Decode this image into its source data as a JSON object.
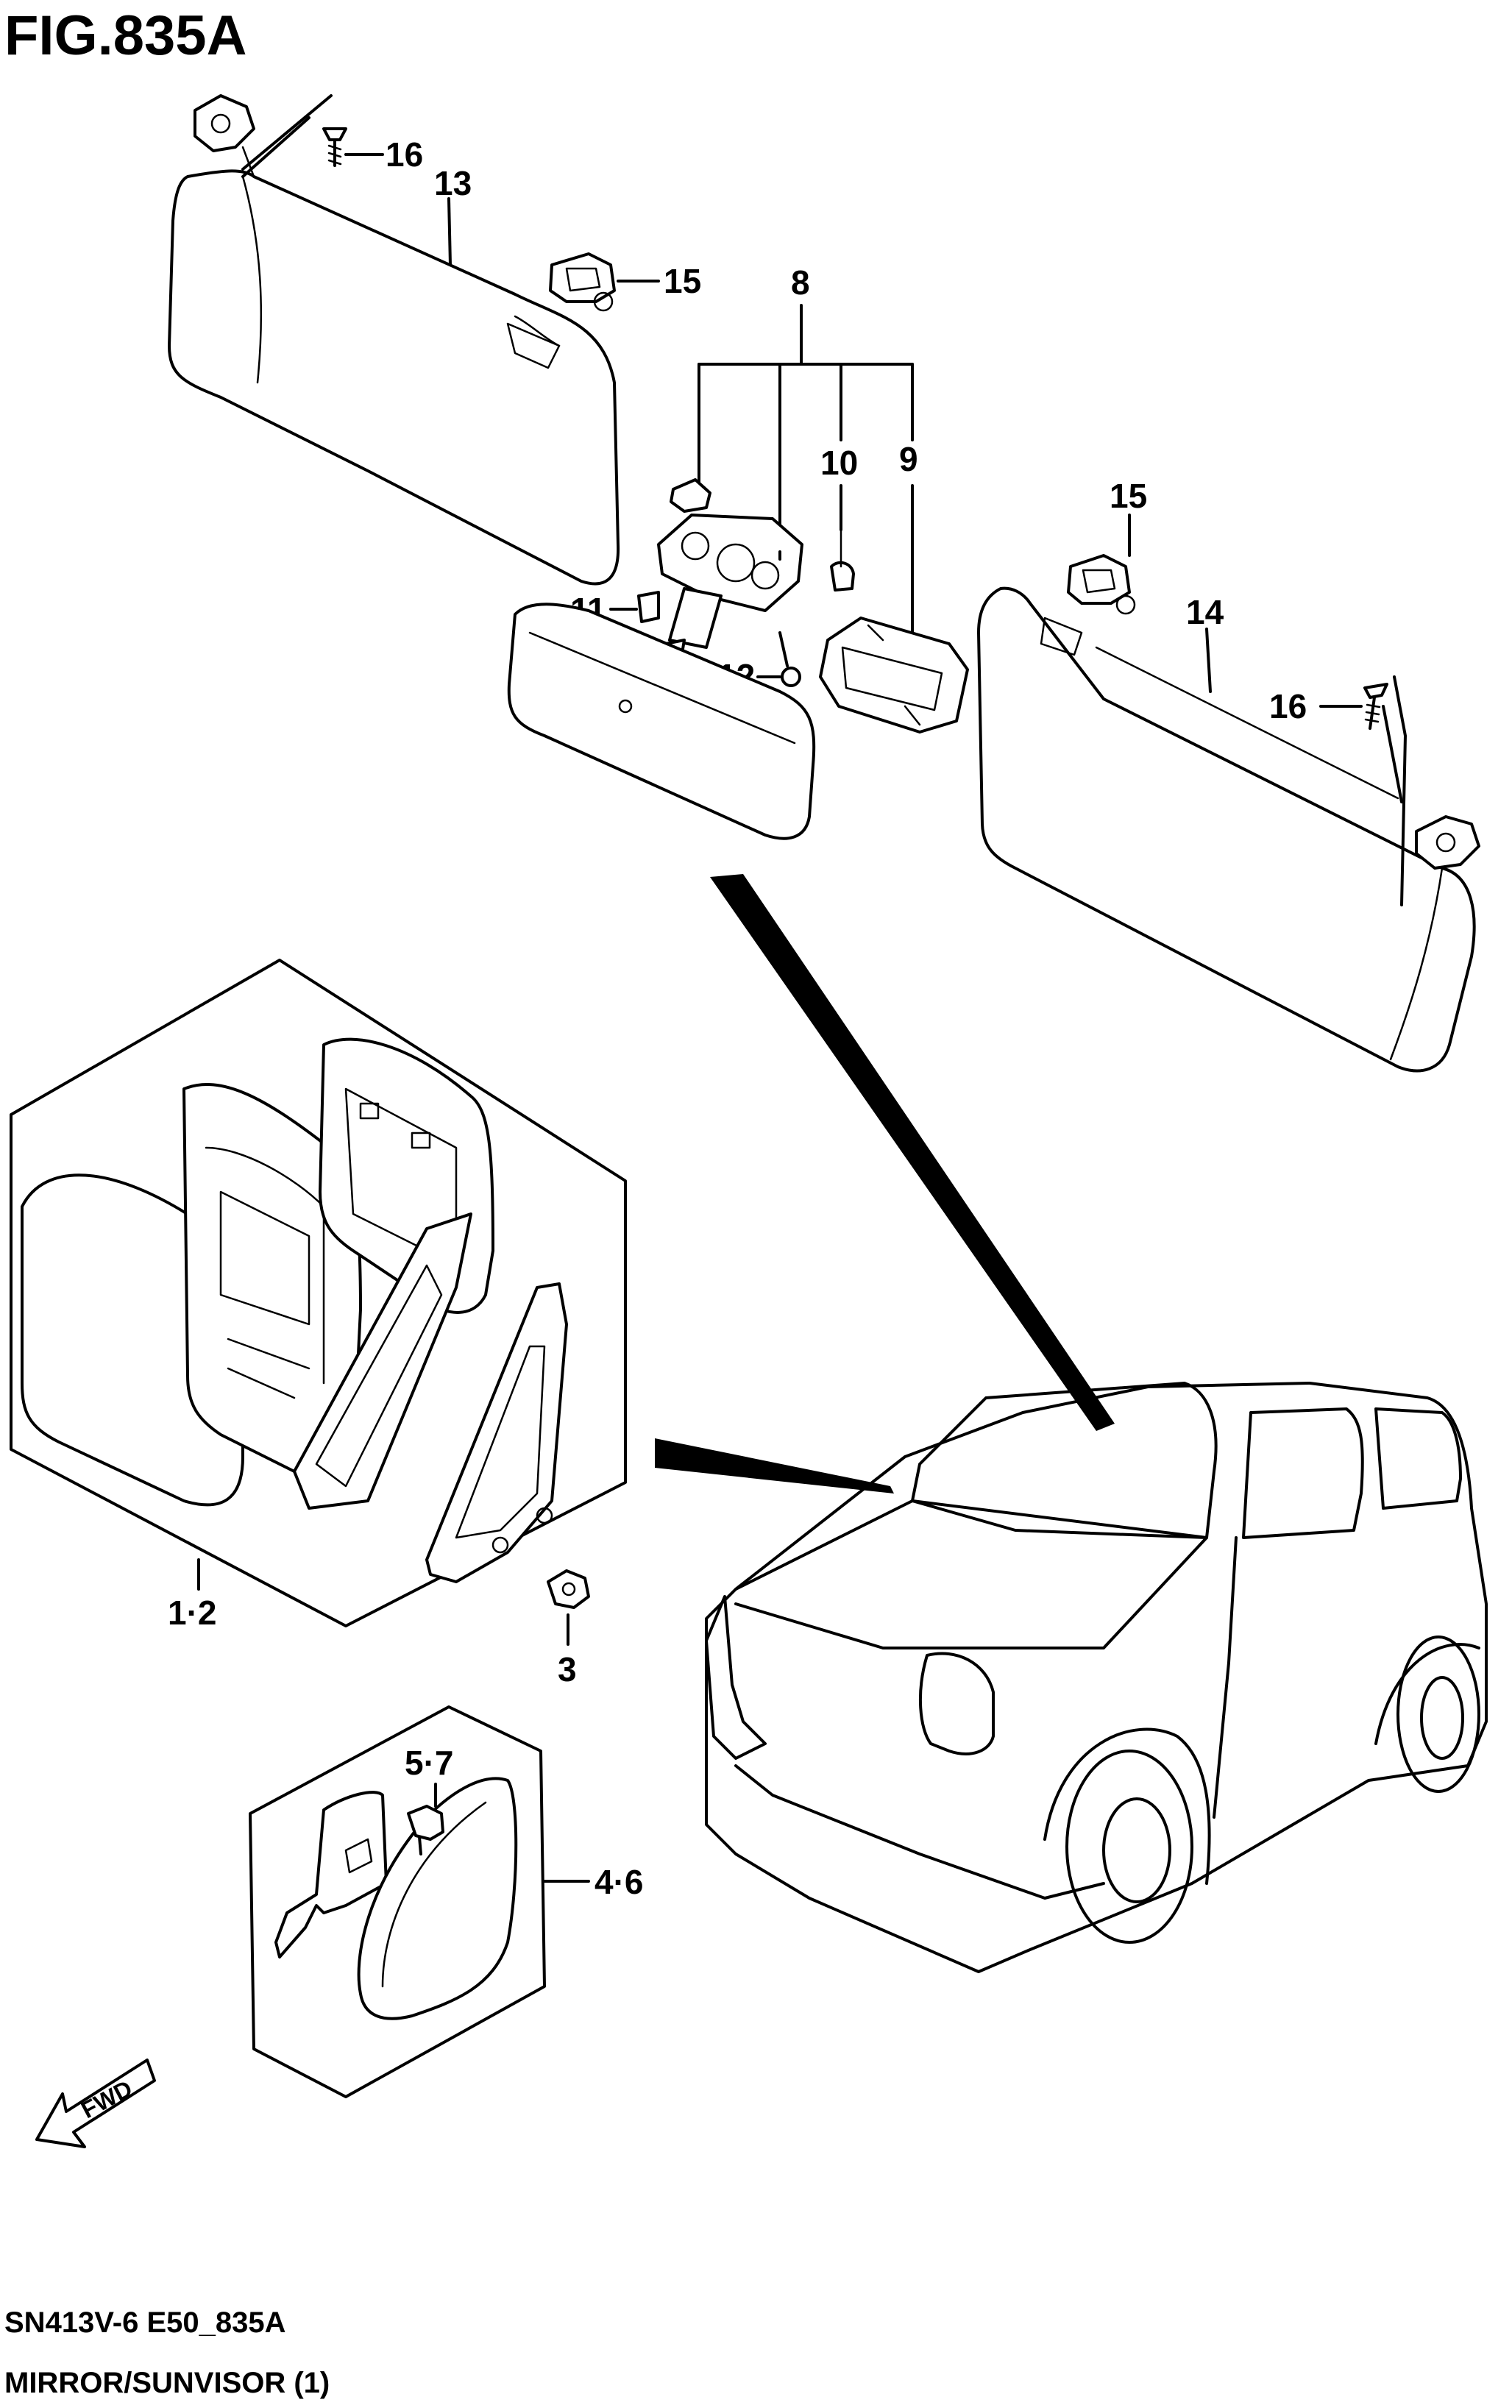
{
  "figure": {
    "title": "FIG.835A",
    "code": "SN413V-6 E50_835A",
    "caption": "MIRROR/SUNVISOR (1)",
    "fwd_label": "FWD"
  },
  "callouts": {
    "c16a": "16",
    "c13": "13",
    "c15a": "15",
    "c8": "8",
    "c10": "10",
    "c9": "9",
    "c15b": "15",
    "c14": "14",
    "c16b": "16",
    "c11": "11",
    "c12": "12",
    "c12g": "1·2",
    "c3": "3",
    "c57": "5·7",
    "c46": "4·6"
  },
  "icons": [
    "sun-visor",
    "rear-view-mirror",
    "door-mirror",
    "vehicle",
    "fwd-arrow",
    "screw",
    "clip"
  ]
}
